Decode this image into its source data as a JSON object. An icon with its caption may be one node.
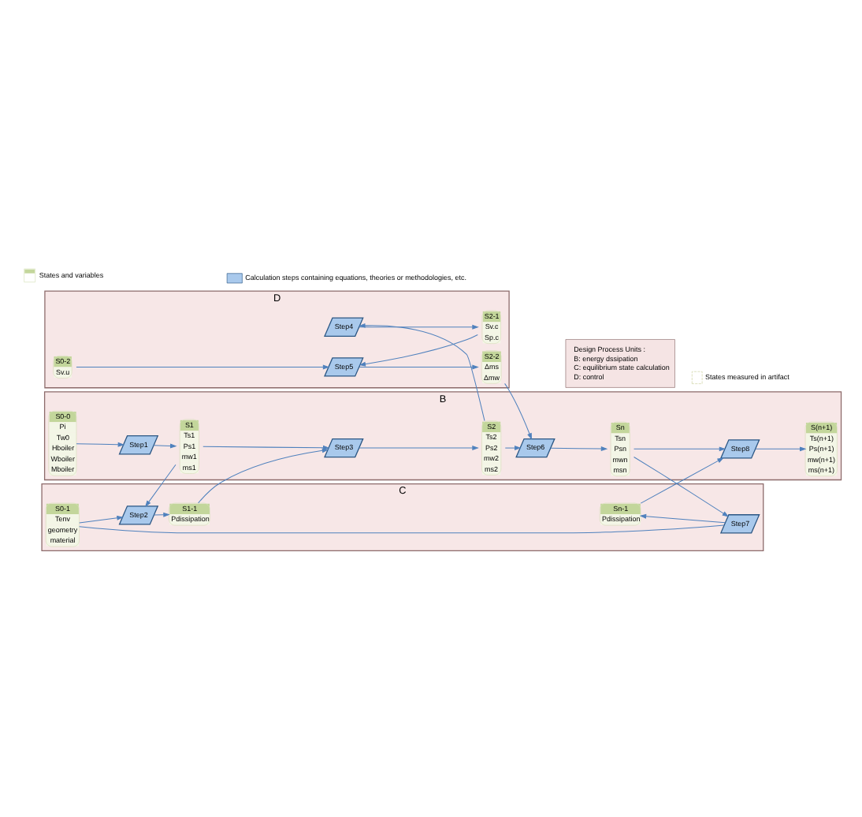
{
  "diagram": {
    "nodes": [
      {
        "text": [
          "B"
        ]
      },
      {
        "text": [
          "C"
        ]
      },
      {
        "text": [
          "D"
        ]
      },
      {
        "text": [
          "S0-0",
          "Pi",
          "Tw0",
          "Hboiler",
          "Wboiler",
          "Mboiler"
        ],
        "in": 0
      },
      {
        "text": [
          "Step1"
        ],
        "in": 0
      },
      {
        "text": [
          "S1",
          "Ts1",
          "Ps1",
          "mw1",
          "ms1"
        ],
        "in": 0
      },
      {
        "text": [
          "Step3"
        ],
        "in": 0
      },
      {
        "text": [
          "S2",
          "Ts2",
          "Ps2",
          "mw2",
          "ms2"
        ],
        "in": 0
      },
      {
        "text": [
          "Step6"
        ],
        "in": 0
      },
      {
        "text": [
          "Sn",
          "Tsn",
          "Psn",
          "mwn",
          "msn"
        ],
        "in": 0
      },
      {
        "text": [
          "Step8"
        ],
        "in": 0
      },
      {
        "text": [
          "S(n+1)",
          "Ts(n+1)",
          "Ps(n+1)",
          "mw(n+1)",
          "ms(n+1)"
        ],
        "in": 0
      },
      {
        "text": [
          "S0-1",
          "Tenv",
          "geometry",
          "material"
        ],
        "in": 1
      },
      {
        "text": [
          "Step2"
        ],
        "in": 1
      },
      {
        "text": [
          "S1-1",
          "Pdissipation"
        ],
        "in": 1
      },
      {
        "text": [
          "Sn-1",
          "Pdissipation"
        ],
        "in": 1
      },
      {
        "text": [
          "Step7"
        ],
        "in": 1
      },
      {
        "text": [
          "Step4"
        ],
        "in": 2
      },
      {
        "text": [
          "S2-1",
          "Sv.c",
          "Sp.c"
        ],
        "in": 2
      },
      {
        "text": [
          "S0-2",
          "Sv.u"
        ],
        "in": 2
      },
      {
        "text": [
          "Step5"
        ],
        "in": 2
      },
      {
        "text": [
          "S2-2",
          "Δms",
          "Δmw"
        ],
        "in": 2
      },
      {
        "text": [
          "Design Process Units :",
          "B: energy dssipation",
          "C: equilibrium state calculation",
          "D: control"
        ]
      }
    ],
    "edges": [
      {
        "from": 3,
        "to": 4,
        "arrow": "to"
      },
      {
        "from": 4,
        "to": 5,
        "arrow": "to"
      },
      {
        "from": 5,
        "to": 6,
        "arrow": "to"
      },
      {
        "from": 6,
        "to": 7,
        "arrow": "to"
      },
      {
        "from": 7,
        "to": 8,
        "arrow": "to"
      },
      {
        "from": 8,
        "to": 9,
        "arrow": "to"
      },
      {
        "from": 9,
        "to": 10,
        "arrow": "to"
      },
      {
        "from": 10,
        "to": 11,
        "arrow": "to"
      },
      {
        "from": 5,
        "to": 13,
        "arrow": "to"
      },
      {
        "from": 12,
        "to": 13,
        "arrow": "to"
      },
      {
        "from": 13,
        "to": 14,
        "arrow": "to"
      },
      {
        "from": 14,
        "to": 6,
        "arrow": "to"
      },
      {
        "from": 9,
        "to": 16,
        "arrow": "to"
      },
      {
        "from": 16,
        "to": 15,
        "arrow": "to"
      },
      {
        "from": 15,
        "to": 10,
        "arrow": "to"
      },
      {
        "from": 12,
        "to": 16,
        "arrow": "none"
      },
      {
        "from": 7,
        "to": 17,
        "arrow": "to"
      },
      {
        "from": 17,
        "to": 18,
        "arrow": "to"
      },
      {
        "from": 18,
        "to": 20,
        "arrow": "to"
      },
      {
        "from": 19,
        "to": 20,
        "arrow": "to"
      },
      {
        "from": 20,
        "to": 21,
        "arrow": "to"
      },
      {
        "from": 21,
        "to": 8,
        "arrow": "to"
      }
    ],
    "legend": [
      {
        "text": "States and variables"
      },
      {
        "text": "Calculation steps containing equations, theories or methodologies, etc."
      },
      {
        "text": "States measured in artifact"
      }
    ]
  }
}
